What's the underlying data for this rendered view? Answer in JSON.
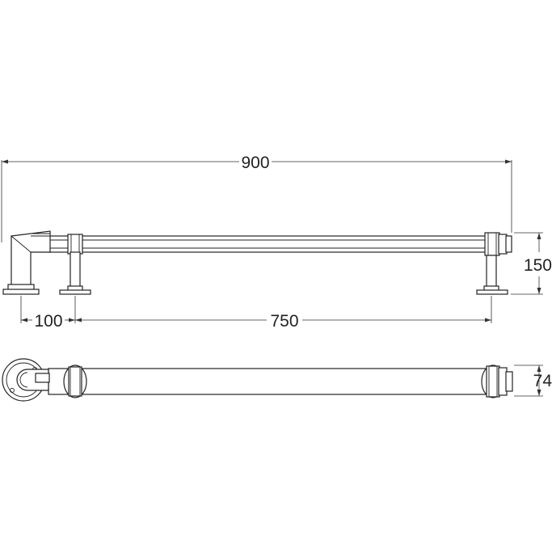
{
  "dimensions": {
    "overall_length": "900",
    "end_offset": "100",
    "support_spacing": "750",
    "side_height": "150",
    "depth": "74"
  }
}
